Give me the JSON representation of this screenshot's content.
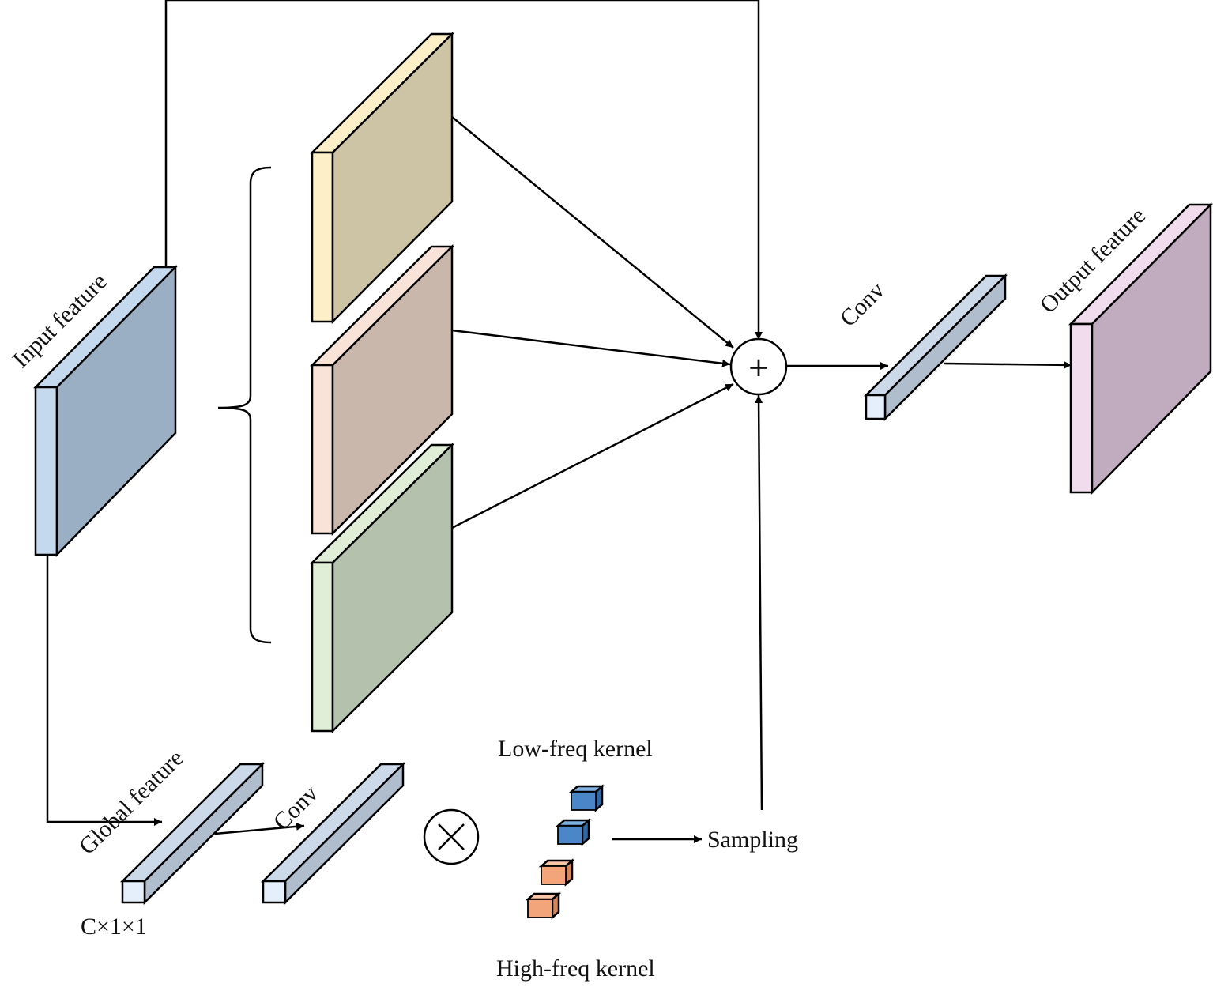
{
  "labels": {
    "input": "Input feature",
    "output": "Output feature",
    "conv_top": "Conv",
    "global": "Global feature",
    "conv_bottom": "Conv",
    "dims": "C×1×1",
    "low": "Low-freq kernel",
    "high": "High-freq kernel",
    "sampling": "Sampling",
    "plus": "+"
  },
  "icons": {
    "add": "plus-circle-icon",
    "multiply": "multiply-circle-icon"
  },
  "colors": {
    "input_face": "#9aaec4",
    "input_side": "#c4d9ee",
    "yellow_face": "#cdc3a5",
    "yellow_side": "#fdf0c8",
    "pink_face": "#c9b7ac",
    "pink_side": "#f9e2d8",
    "green_face": "#b3c1ad",
    "green_side": "#e1eed7",
    "output_face": "#c1abbe",
    "output_side": "#f0dcec",
    "bar_top": "#ccd9e8",
    "bar_side": "#b0bdcc",
    "bar_front": "#e4effb",
    "low_kernel": "#4a86c8",
    "high_kernel": "#f2a47a"
  }
}
